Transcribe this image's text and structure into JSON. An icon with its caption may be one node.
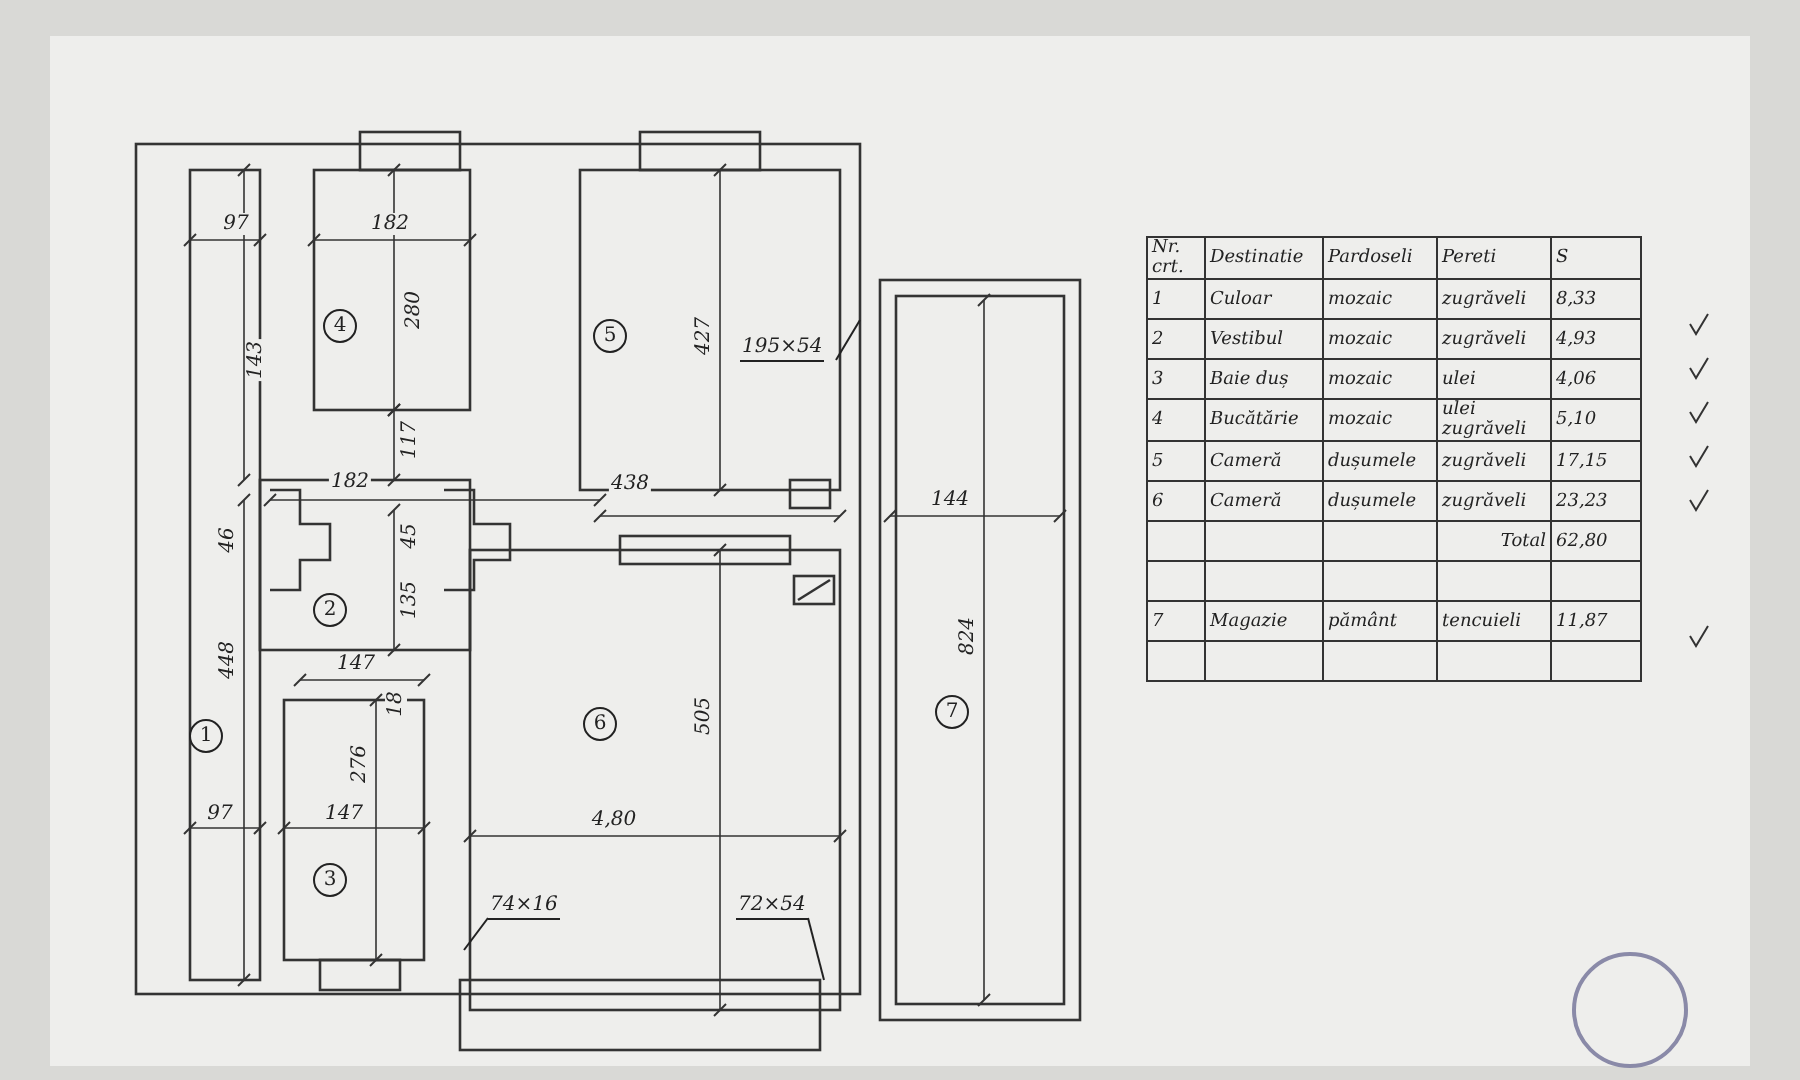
{
  "diagram": {
    "nodes": [
      {
        "text": [
          "195×54"
        ]
      },
      {
        "text": [
          "74×16"
        ]
      },
      {
        "text": [
          "72×54"
        ]
      }
    ],
    "edges": [
      {
        "from": 0,
        "to": null,
        "arrow": "none"
      },
      {
        "from": 1,
        "to": null,
        "arrow": "none"
      },
      {
        "from": 2,
        "to": null,
        "arrow": "none"
      }
    ],
    "labels": [
      "97",
      "182",
      "4",
      "280",
      "5",
      "427",
      "143",
      "117",
      "182",
      "438",
      "144",
      "46",
      "45",
      "135",
      "2",
      "824",
      "147",
      "448",
      "18",
      "6",
      "505",
      "1",
      "7",
      "276",
      "97",
      "147",
      "4,80",
      "3",
      "Nr. crt.",
      "Destinatie",
      "Pardoseli",
      "Pereti",
      "S",
      "1",
      "Culoar",
      "mozaic",
      "zugrăveli",
      "8,33",
      "2",
      "Vestibul",
      "mozaic",
      "zugrăveli",
      "4,93",
      "3",
      "Baie duș",
      "mozaic",
      "ulei",
      "4,06",
      "4",
      "Bucătărie",
      "mozaic",
      "ulei zugrăveli",
      "5,10",
      "5",
      "Cameră",
      "dușumele",
      "zugrăveli",
      "17,15",
      "6",
      "Cameră",
      "dușumele",
      "zugrăveli",
      "23,23",
      "Total",
      "62,80",
      "7",
      "Magazie",
      "pământ",
      "tencuieli",
      "11,87"
    ]
  }
}
